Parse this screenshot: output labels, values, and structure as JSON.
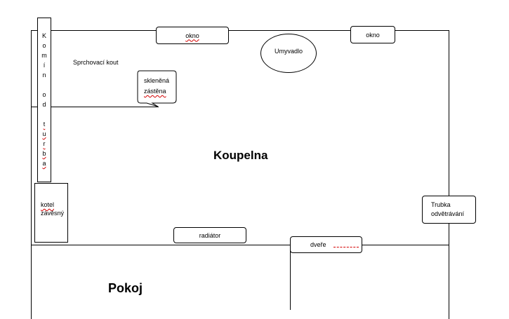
{
  "rooms": {
    "bathroom": "Koupelna",
    "living": "Pokoj"
  },
  "fixtures": {
    "window_left": "okno",
    "window_right": "okno",
    "sink": "Umyvadlo",
    "shower": "Sprchovací kout",
    "glass_panel": [
      "skleněná",
      "zástěna"
    ],
    "chimney": [
      "K",
      "o",
      "m",
      "í",
      "n",
      "",
      "o",
      "d",
      "",
      "t",
      "u",
      "r",
      "b",
      "a"
    ],
    "boiler": [
      "kotel",
      "závěsný"
    ],
    "radiator": "radiátor",
    "door": "dveře",
    "vent_pipe": [
      "Trubka",
      "odvětrávání"
    ]
  }
}
